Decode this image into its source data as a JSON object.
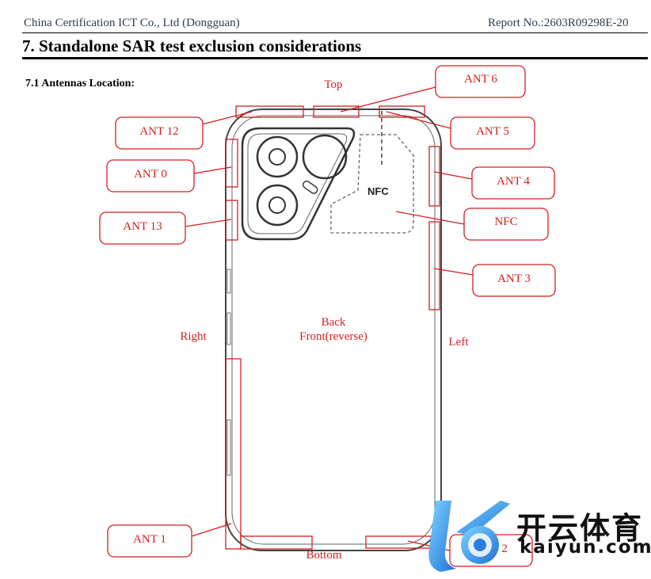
{
  "header": {
    "company": "China Certification ICT Co., Ltd (Dongguan)",
    "report_no": "Report No.:2603R09298E-20"
  },
  "section": {
    "title": "7. Standalone SAR test exclusion considerations",
    "subtitle": "7.1 Antennas Location:"
  },
  "figure": {
    "labels": {
      "top": "Top",
      "bottom": "Bottom",
      "right": "Right",
      "left": "Left",
      "back": "Back",
      "front": "Front(reverse)",
      "nfc_area": "NFC"
    },
    "callouts": {
      "ant6": "ANT 6",
      "ant12": "ANT 12",
      "ant5": "ANT 5",
      "ant0": "ANT 0",
      "ant4": "ANT 4",
      "ant13": "ANT 13",
      "nfc": "NFC",
      "ant3": "ANT 3",
      "ant1": "ANT 1",
      "ant2": "ANT 2"
    },
    "colors": {
      "annotation": "#d21f1f",
      "outline": "#333333"
    }
  },
  "watermark": {
    "cn": "开云体育",
    "en": "kaiyun.com"
  }
}
